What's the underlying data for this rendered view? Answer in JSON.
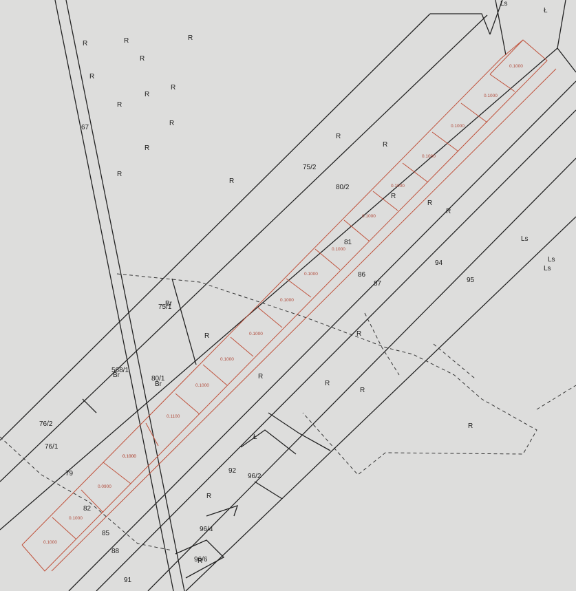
{
  "parcel_labels": [
    "67",
    "75/2",
    "80/2",
    "81",
    "86",
    "87",
    "94",
    "95",
    "75/1",
    "568/1",
    "80/1",
    "76/2",
    "76/1",
    "79",
    "82",
    "85",
    "88",
    "91",
    "92",
    "96/2",
    "96/4",
    "96/6"
  ],
  "land_use_R": "R",
  "land_use_Ls": "Ls",
  "land_use_L": "Ł",
  "land_use_Br": "Br",
  "plot_areas": [
    "0.1000",
    "0.1000",
    "0.1000",
    "0.1000",
    "0.1000",
    "0.1000",
    "0.1000",
    "0.1000",
    "0.1000",
    "0.1000",
    "0.1000",
    "0.1000",
    "0.1000",
    "0.1100",
    "0.1000",
    "0.0900",
    "0.1000",
    "0.1000"
  ]
}
